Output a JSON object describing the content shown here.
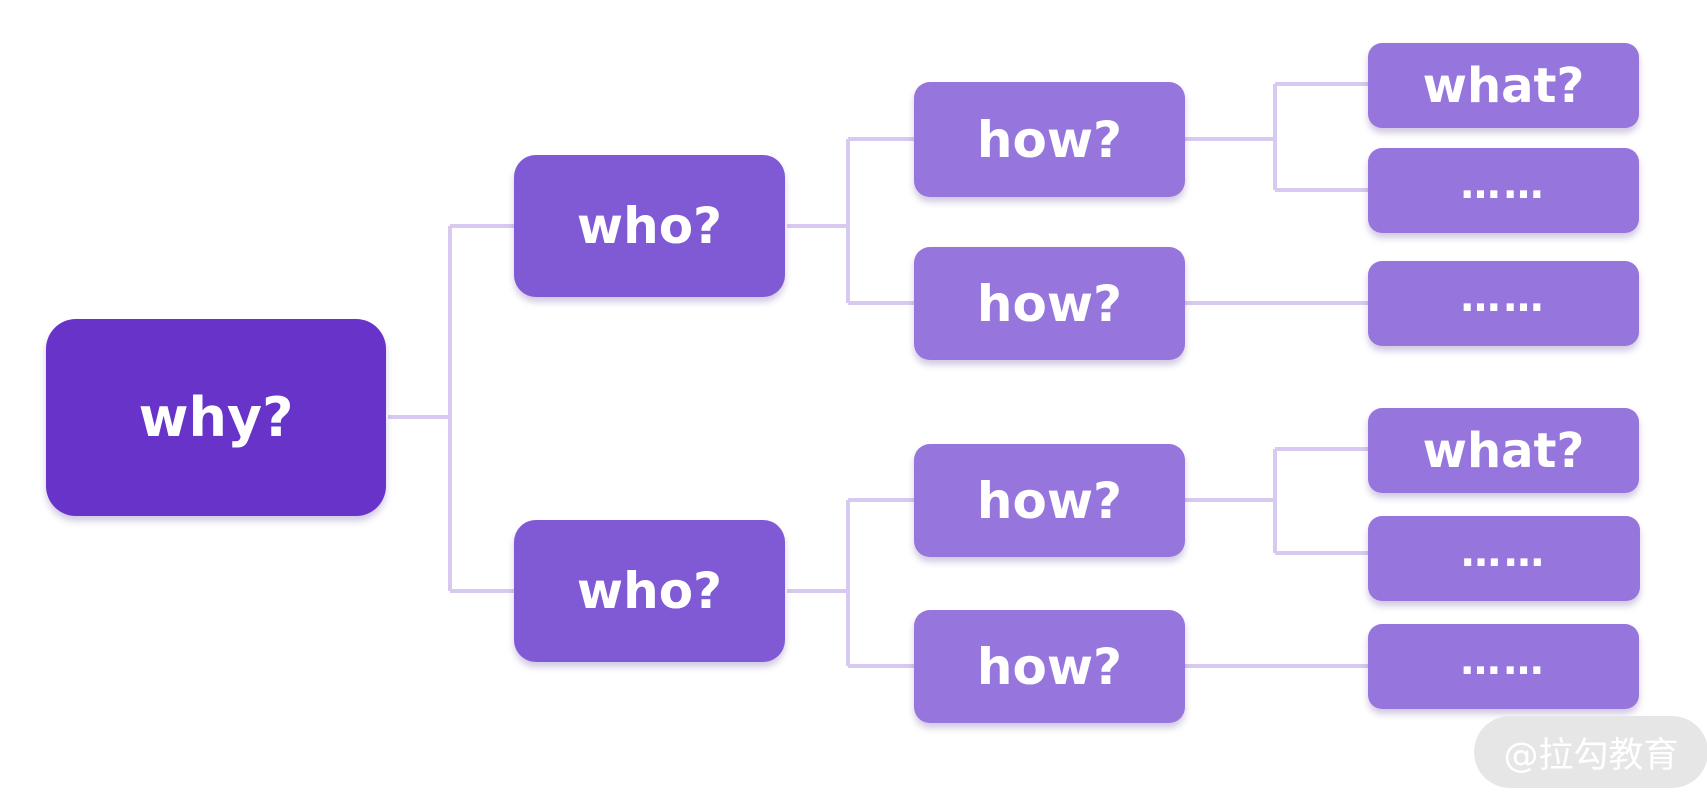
{
  "diagram": {
    "root": {
      "label": "why?"
    },
    "branches": [
      {
        "label": "who?",
        "children": [
          {
            "label": "how?",
            "children": [
              {
                "label": "what?"
              },
              {
                "label": "……"
              }
            ]
          },
          {
            "label": "how?",
            "children": [
              {
                "label": "……"
              }
            ]
          }
        ]
      },
      {
        "label": "who?",
        "children": [
          {
            "label": "how?",
            "children": [
              {
                "label": "what?"
              },
              {
                "label": "……"
              }
            ]
          },
          {
            "label": "how?",
            "children": [
              {
                "label": "……"
              }
            ]
          }
        ]
      }
    ]
  },
  "watermark": {
    "text": "@拉勾教育"
  },
  "colors": {
    "level0": "#6733c9",
    "level1": "#8059d4",
    "level2": "#9675dc",
    "connector": "#d8c9f0",
    "watermark_bg": "#e6e6e6"
  }
}
